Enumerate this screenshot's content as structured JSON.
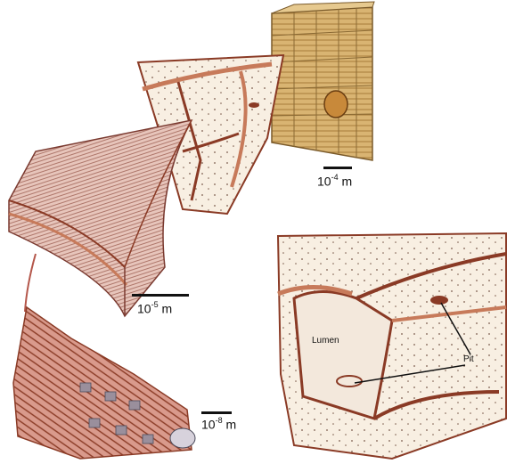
{
  "scale_bars": [
    {
      "base": "10",
      "exp": "-4",
      "unit": "m"
    },
    {
      "base": "10",
      "exp": "-5",
      "unit": "m"
    },
    {
      "base": "10",
      "exp": "-8",
      "unit": "m"
    }
  ],
  "labels": {
    "lumen": "Lumen",
    "pit": "Pit"
  },
  "colors": {
    "wall_dark": "#8a3a25",
    "wall_mid": "#c77a5a",
    "cell_fill": "#f8efe2",
    "wood_tan": "#d9b472",
    "pink_layer": "#e9c3b8",
    "fibril_red": "#b4564a"
  }
}
